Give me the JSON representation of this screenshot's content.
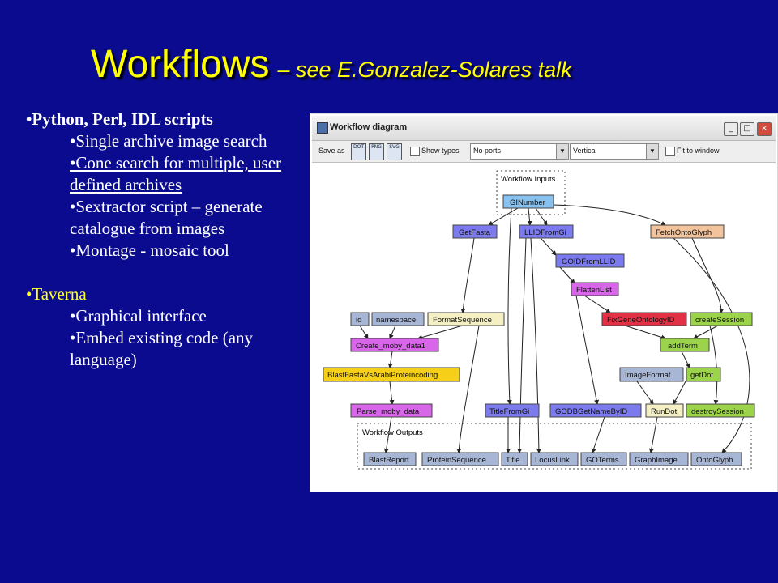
{
  "slide": {
    "title": "Workflows",
    "subtitle": "– see E.Gonzalez-Solares talk",
    "bullets": [
      {
        "text": "•Python, Perl, IDL scripts"
      },
      {
        "text": "•Single archive image search"
      },
      {
        "text": "•Cone search for multiple, user defined archives"
      },
      {
        "text": "•Sextractor script – generate catalogue from images"
      },
      {
        "text": "•Montage - mosaic tool"
      },
      {
        "text": "•Taverna"
      },
      {
        "text": "•Graphical interface"
      },
      {
        "text": "•Embed existing code (any language)"
      }
    ]
  },
  "window": {
    "title": "Workflow diagram",
    "controls": {
      "minimize": "_",
      "maximize": "□",
      "close": "×"
    },
    "toolbar": {
      "save_as": "Save as",
      "formats": [
        "DOT",
        "PNG",
        "SVG"
      ],
      "show_types": "Show types",
      "ports_value": "No ports",
      "orientation_value": "Vertical",
      "fit_to_window": "Fit to window"
    }
  },
  "diagram": {
    "inputs_label": "Workflow Inputs",
    "outputs_label": "Workflow Outputs",
    "nodes": {
      "ginumber": "GINumber",
      "getfasta": "GetFasta",
      "llidfromgi": "LLIDFromGi",
      "fetchontoglyph": "FetchOntoGlyph",
      "goidfromllid": "GOIDFromLLID",
      "flattenlist": "FlattenList",
      "id": "id",
      "namespace": "namespace",
      "formatsequence": "FormatSequence",
      "fixgeneontologyid": "FixGeneOntologyID",
      "createsession": "createSession",
      "create_moby_data1": "Create_moby_data1",
      "addterm": "addTerm",
      "blastfasta": "BlastFastaVsArabiProteincoding",
      "imageformat": "ImageFormat",
      "getdot": "getDot",
      "parse_moby_data": "Parse_moby_data",
      "titlefromgi": "TitleFromGi",
      "godbgetnamebyid": "GODBGetNameByID",
      "rundot": "RunDot",
      "destroysession": "destroySession",
      "blastreport": "BlastReport",
      "proteinsequence": "ProteinSequence",
      "title": "Title",
      "locuslink": "LocusLink",
      "goterms": "GOTerms",
      "graphimage": "GraphImage",
      "ontoglyph": "OntoGlyph"
    },
    "colors": {
      "input": "#87c1ef",
      "processor": "#7b7bef",
      "fetch": "#f3c39c",
      "local": "#d866e8",
      "red": "#e23045",
      "green": "#9bd44a",
      "constant": "#a8b6d6",
      "beige": "#f4f0c4",
      "yellow": "#f5cf18",
      "output": "#a8b6d6"
    }
  }
}
